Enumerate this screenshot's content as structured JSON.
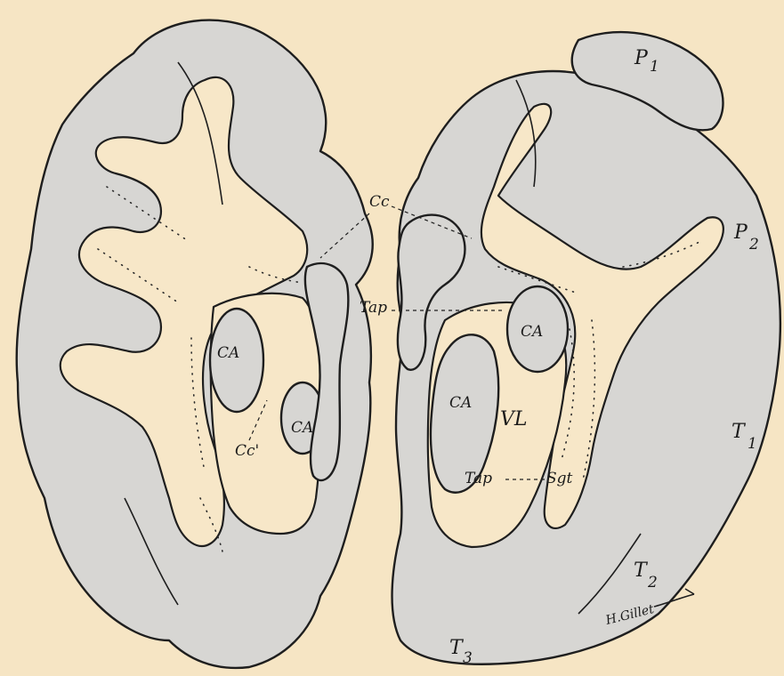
{
  "labels": {
    "p1": "P",
    "p1_sub": "1",
    "p2": "P",
    "p2_sub": "2",
    "t1": "T",
    "t1_sub": "1",
    "t2": "T",
    "t2_sub": "2",
    "t3": "T",
    "t3_sub": "3",
    "cc": "Cc",
    "cc_prime": "Cc'",
    "tap_top": "Tap",
    "tap_mid": "Tap",
    "ca_left_large": "CA",
    "ca_left_small": "CA",
    "ca_right_top": "CA",
    "ca_right_large": "CA",
    "vl": "VL",
    "sgt": "Sgt"
  },
  "signature": "H.Gillet",
  "colors": {
    "background": "#f6e5c4",
    "cortex": "#d7d6d3",
    "ink": "#1e1e1e"
  }
}
